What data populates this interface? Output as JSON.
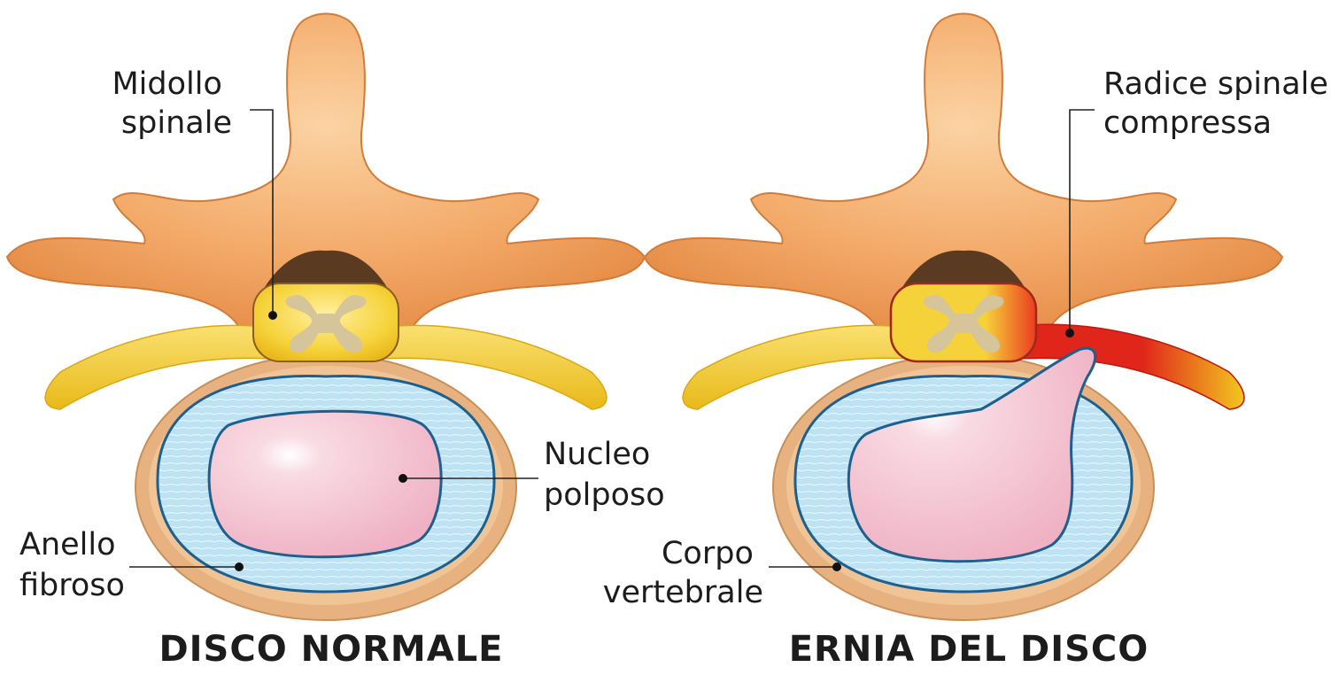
{
  "diagram": {
    "left_panel": {
      "caption": "DISCO NORMALE",
      "labels": {
        "spinal_cord": [
          "Midollo",
          "spinale"
        ],
        "nucleus": [
          "Nucleo",
          "polposo"
        ],
        "annulus": [
          "Anello",
          "fibroso"
        ]
      }
    },
    "right_panel": {
      "caption": "ERNIA DEL DISCO",
      "labels": {
        "nerve_root": [
          "Radice spinale",
          "compressa"
        ],
        "vertebral_body": [
          "Corpo",
          "vertebrale"
        ]
      }
    },
    "colors": {
      "bone": "#f2a660",
      "bone_outline": "#d27c38",
      "nerve": "#f3c71f",
      "cord_gray": "#d6c49a",
      "annulus": "#bde2f3",
      "annulus_edge": "#1d5f8e",
      "nucleus": "#f2bccb",
      "vertebral_rim": "#e7b27f",
      "compression": "#e0251b"
    }
  }
}
